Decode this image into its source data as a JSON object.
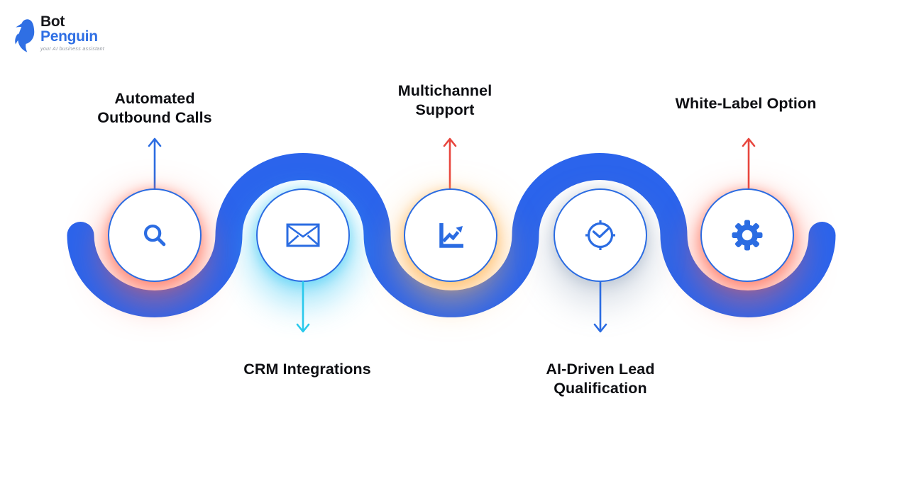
{
  "logo": {
    "brand_top": "Bot",
    "brand_bottom": "Penguin",
    "tagline": "your AI business assistant"
  },
  "features": [
    {
      "label": "Automated\nOutbound Calls",
      "icon": "search-icon",
      "label_position": "top",
      "arrow_direction": "up",
      "arrow_color": "#2b6ce2",
      "glow_color": "rgba(255,100,75,0.50)"
    },
    {
      "label": "CRM Integrations",
      "icon": "envelope-icon",
      "label_position": "bottom",
      "arrow_direction": "down",
      "arrow_color": "#29c9ec",
      "glow_color": "rgba(58,200,245,0.48)"
    },
    {
      "label": "Multichannel\nSupport",
      "icon": "growth-chart-icon",
      "label_position": "top",
      "arrow_direction": "up",
      "arrow_color": "#e8463e",
      "glow_color": "rgba(255,180,85,0.52)"
    },
    {
      "label": "AI-Driven Lead\nQualification",
      "icon": "clock-icon",
      "label_position": "bottom",
      "arrow_direction": "down",
      "arrow_color": "#2b6ce2",
      "glow_color": "rgba(130,150,175,0.30)"
    },
    {
      "label": "White-Label Option",
      "icon": "gear-icon",
      "label_position": "top",
      "arrow_direction": "up",
      "arrow_color": "#e8463e",
      "glow_color": "rgba(255,100,75,0.50)"
    }
  ],
  "colors": {
    "wave_blue": "#2b64ec",
    "icon_blue": "#2b6ce2",
    "red": "#e8463e",
    "cyan": "#29c9ec",
    "text": "#0d0e12"
  }
}
